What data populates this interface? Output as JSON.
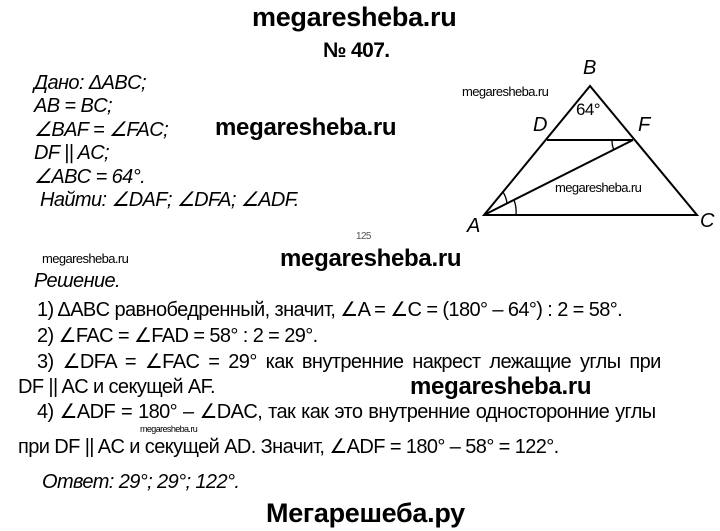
{
  "header": {
    "site": "megaresheba.ru",
    "problem_number": "№ 407."
  },
  "given": {
    "lines": [
      "Дано: ΔABC;",
      "AB = BC;",
      "∠BAF = ∠FAC;",
      "DF || AC;",
      "∠ABC = 64°.",
      "Найти: ∠DAF; ∠DFA; ∠ADF."
    ]
  },
  "figure": {
    "labels": {
      "A": "A",
      "B": "B",
      "C": "C",
      "D": "D",
      "F": "F"
    },
    "angle": "64°"
  },
  "watermarks": {
    "bold": "megaresheba.ru",
    "small": "megaresheba.ru"
  },
  "page_fragment": "125",
  "solution": {
    "heading": "Решение.",
    "steps": [
      "1) ΔABC равнобедренный, значит, ∠A = ∠C = (180° – 64°) : 2 = 58°.",
      "2) ∠FAC = ∠FAD = 58° : 2 = 29°.",
      "3) ∠DFA = ∠FAC = 29° как внутренние накрест лежащие углы при",
      "DF || AC и секущей AF.",
      "4) ∠ADF = 180° – ∠DAC, так как это внутренние односторонние углы",
      "при DF || AC и секущей AD. Значит, ∠ADF = 180° – 58° = 122°."
    ],
    "answer": "Ответ: 29°; 29°; 122°."
  },
  "footer": {
    "site": "Мегарешеба.ру"
  }
}
